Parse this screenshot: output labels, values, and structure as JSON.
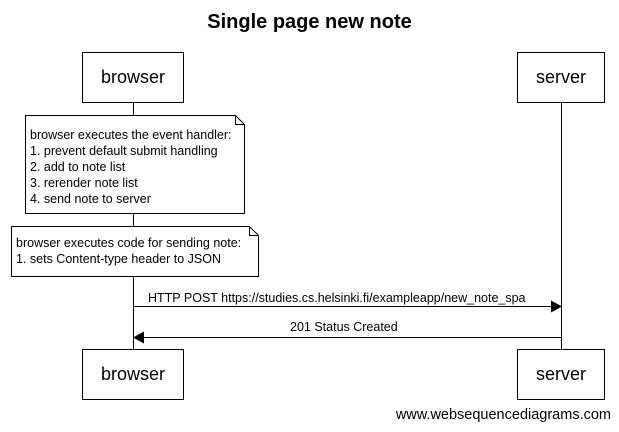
{
  "title": "Single page new note",
  "participants": {
    "left": "browser",
    "right": "server"
  },
  "notes": [
    {
      "lines": [
        "browser executes the event handler:",
        "1. prevent default submit handling",
        "2. add to note list",
        "3. rerender note list",
        "4. send note to server"
      ]
    },
    {
      "lines": [
        "browser executes code for sending note:",
        "1. sets Content-type header to JSON"
      ]
    }
  ],
  "messages": [
    {
      "from": "browser",
      "to": "server",
      "label": "HTTP POST https://studies.cs.helsinki.fi/exampleapp/new_note_spa"
    },
    {
      "from": "server",
      "to": "browser",
      "label": "201 Status Created"
    }
  ],
  "footer": "www.websequencediagrams.com"
}
